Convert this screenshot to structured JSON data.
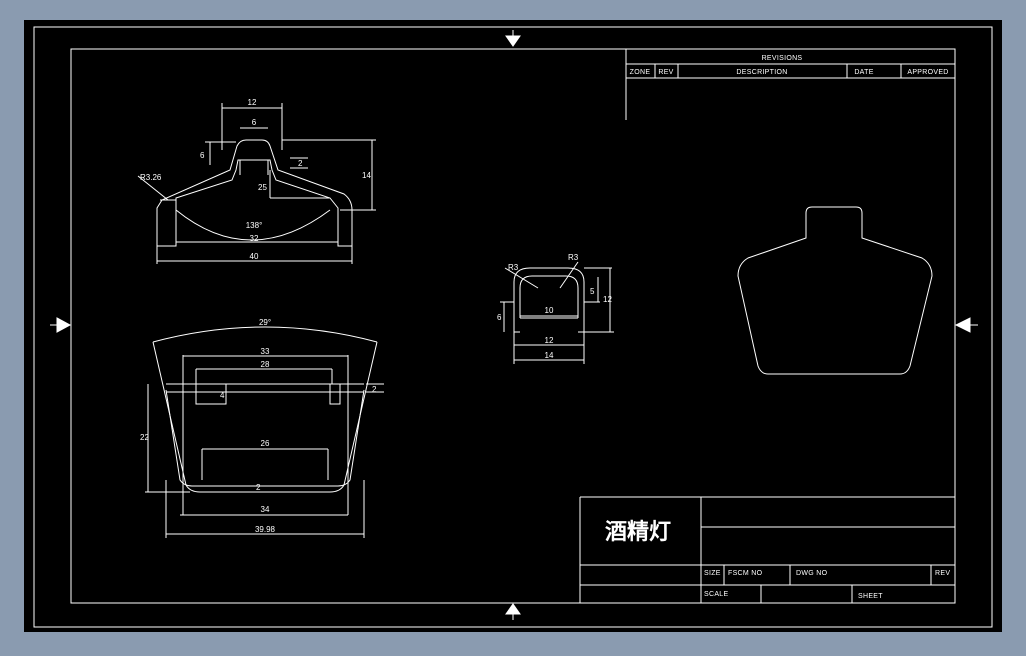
{
  "colors": {
    "background": "#000000",
    "line": "#ffffff",
    "frame_outer": "#8a9bb0"
  },
  "revisions": {
    "title": "REVISIONS",
    "columns": [
      "ZONE",
      "REV",
      "DESCRIPTION",
      "DATE",
      "APPROVED"
    ]
  },
  "title_block": {
    "drawing_title": "酒精灯",
    "size_label": "SIZE",
    "fscm_label": "FSCM NO",
    "dwg_label": "DWG NO",
    "rev_label": "REV",
    "scale_label": "SCALE",
    "sheet_label": "SHEET"
  },
  "view_top": {
    "dims": [
      "12",
      "6",
      "6",
      "2",
      "25",
      "14",
      "R3.26",
      "138°",
      "32",
      "40"
    ]
  },
  "view_front": {
    "dims": [
      "29°",
      "33",
      "28",
      "4",
      "2",
      "22",
      "26",
      "2",
      "34",
      "39.98"
    ]
  },
  "view_cap": {
    "dims": [
      "R3",
      "R3",
      "5",
      "12",
      "6",
      "10",
      "12",
      "14"
    ]
  },
  "icons": [
    "arrow-top-icon",
    "arrow-bottom-icon",
    "arrow-left-icon",
    "arrow-right-icon"
  ]
}
